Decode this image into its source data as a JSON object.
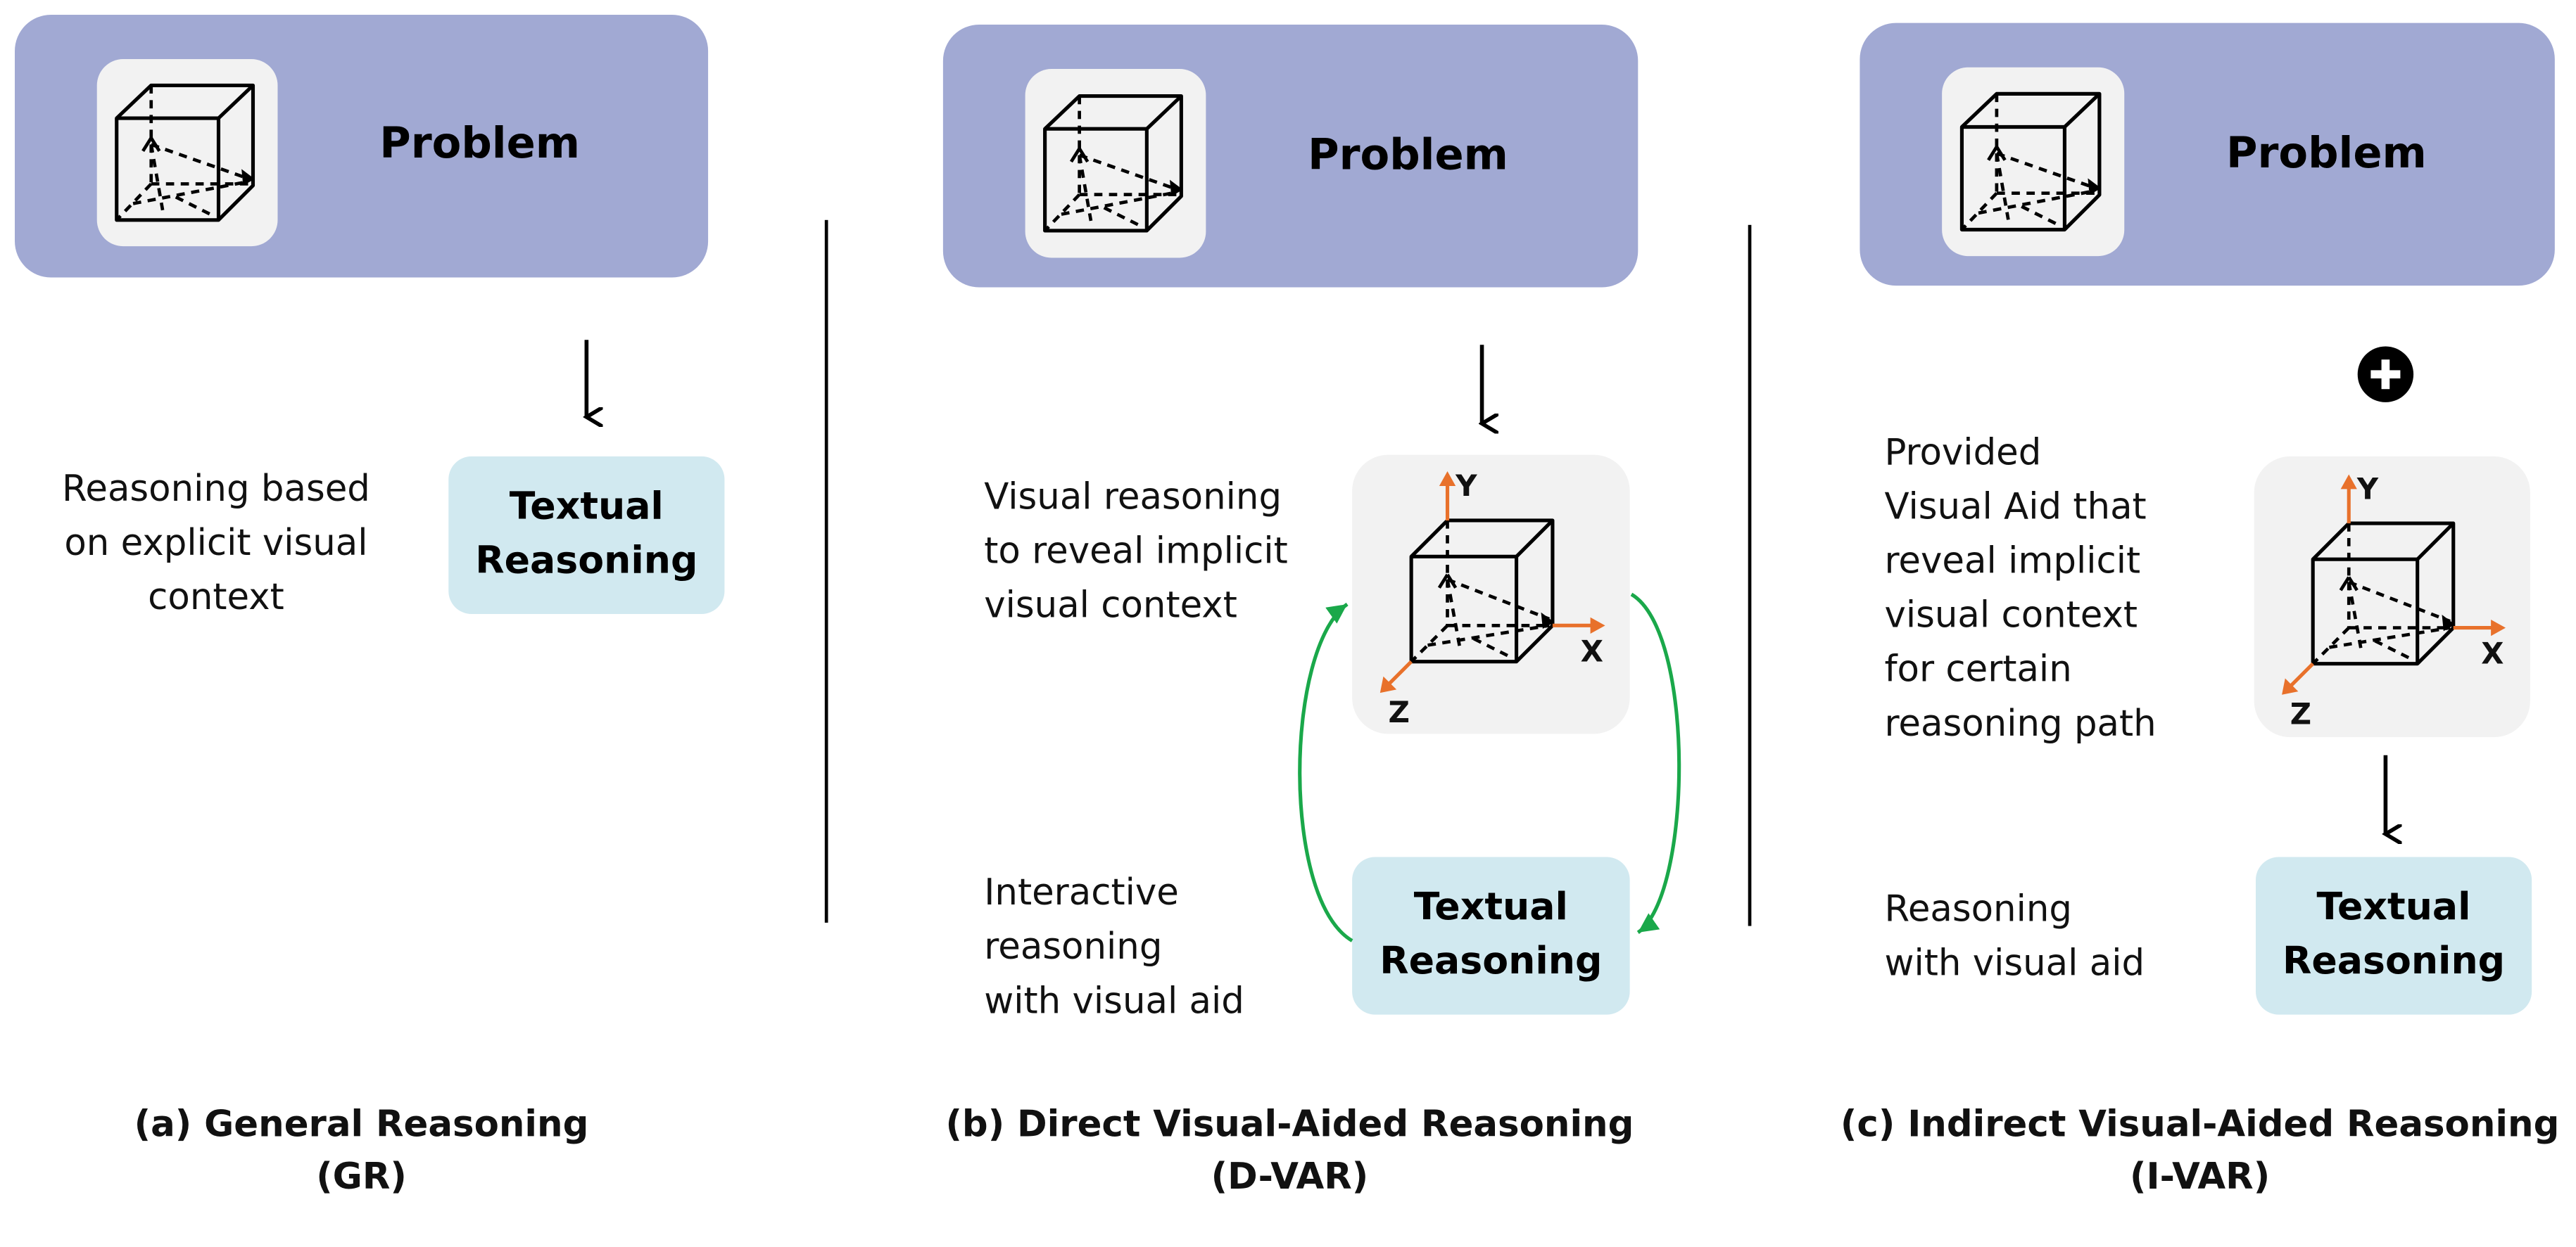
{
  "panels": {
    "gr": {
      "problem_label": "Problem",
      "description": [
        "Reasoning based",
        "on explicit visual",
        "context"
      ],
      "textual_box": [
        "Textual",
        "Reasoning"
      ],
      "caption": [
        "(a)  General Reasoning",
        "(GR)"
      ]
    },
    "dvar": {
      "problem_label": "Problem",
      "description_top": [
        "Visual reasoning",
        "to reveal implicit",
        "visual context"
      ],
      "description_bottom": [
        "Interactive",
        "reasoning",
        "with visual aid"
      ],
      "textual_box": [
        "Textual",
        "Reasoning"
      ],
      "axis_labels": {
        "y": "Y",
        "x": "X",
        "z": "Z"
      },
      "caption": [
        "(b) Direct Visual-Aided Reasoning",
        "(D-VAR)"
      ]
    },
    "ivar": {
      "problem_label": "Problem",
      "description_top": [
        "Provided",
        "Visual Aid that",
        "reveal implicit",
        "visual context",
        "for certain",
        "reasoning path"
      ],
      "description_bottom": [
        "Reasoning",
        "with visual aid"
      ],
      "textual_box": [
        "Textual",
        "Reasoning"
      ],
      "axis_labels": {
        "y": "Y",
        "x": "X",
        "z": "Z"
      },
      "caption": [
        "(c) Indirect Visual-Aided Reasoning",
        "(I-VAR)"
      ]
    }
  },
  "colors": {
    "problem_box": "#a1a9d3",
    "textual_box": "#d1e9f0",
    "visual_box": "#f2f2f2",
    "axis": "#e8712b",
    "interaction_arrow": "#1aa84a"
  },
  "icons": [
    "cube-icon",
    "plus-icon",
    "arrow-down-icon"
  ]
}
